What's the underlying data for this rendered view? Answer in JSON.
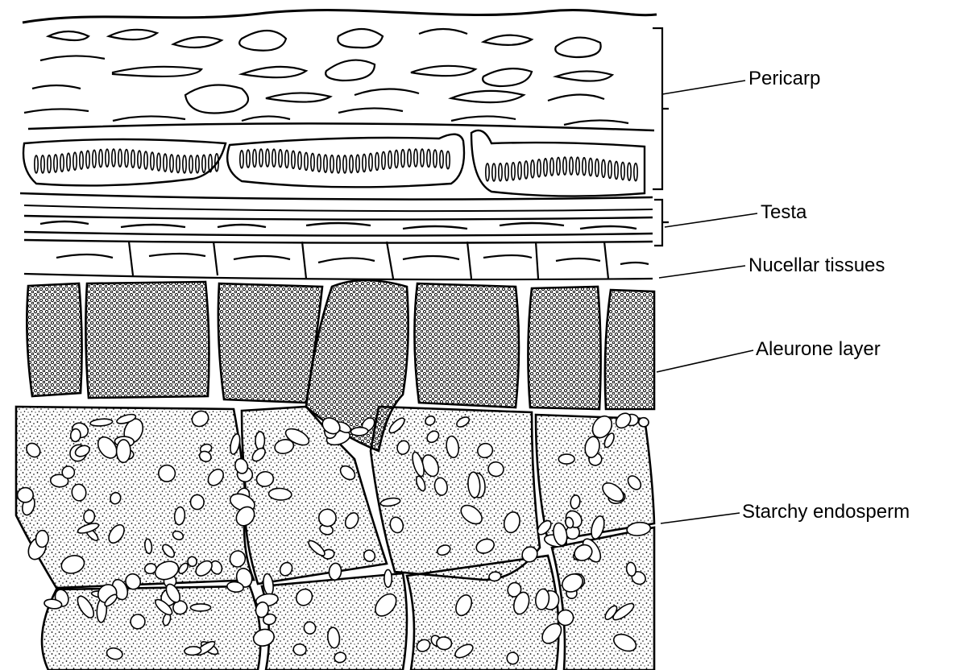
{
  "labels": {
    "pericarp": "Pericarp",
    "testa": "Testa",
    "nucellar": "Nucellar tissues",
    "aleurone": "Aleurone layer",
    "endosperm": "Starchy endosperm"
  }
}
